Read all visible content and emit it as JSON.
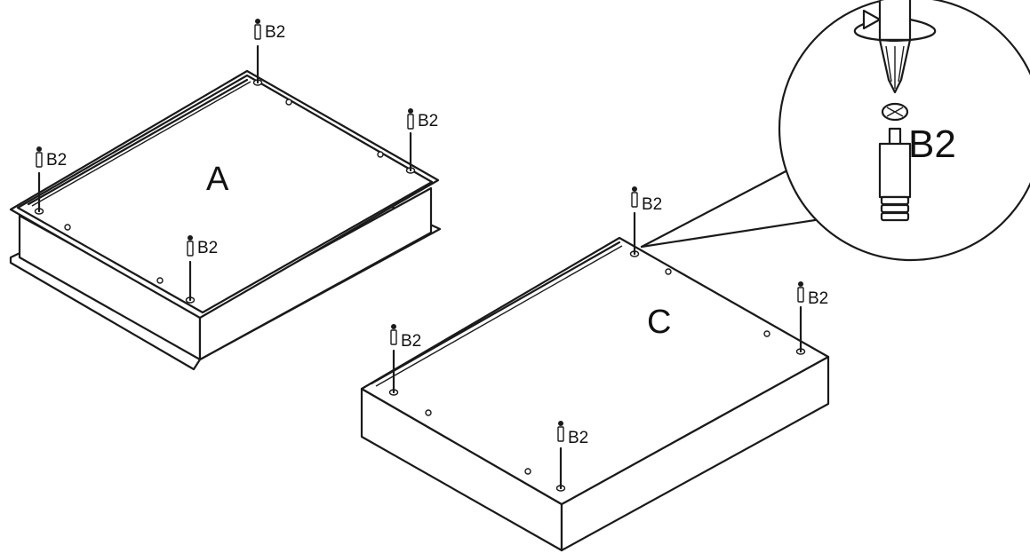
{
  "panels": {
    "a": {
      "label": "A",
      "pin_label": "B2",
      "pin_count": 4
    },
    "c": {
      "label": "C",
      "pin_label": "B2",
      "pin_count": 4
    }
  },
  "detail": {
    "label": "B2"
  },
  "colors": {
    "line": "#1a1a1a",
    "background": "#ffffff"
  }
}
